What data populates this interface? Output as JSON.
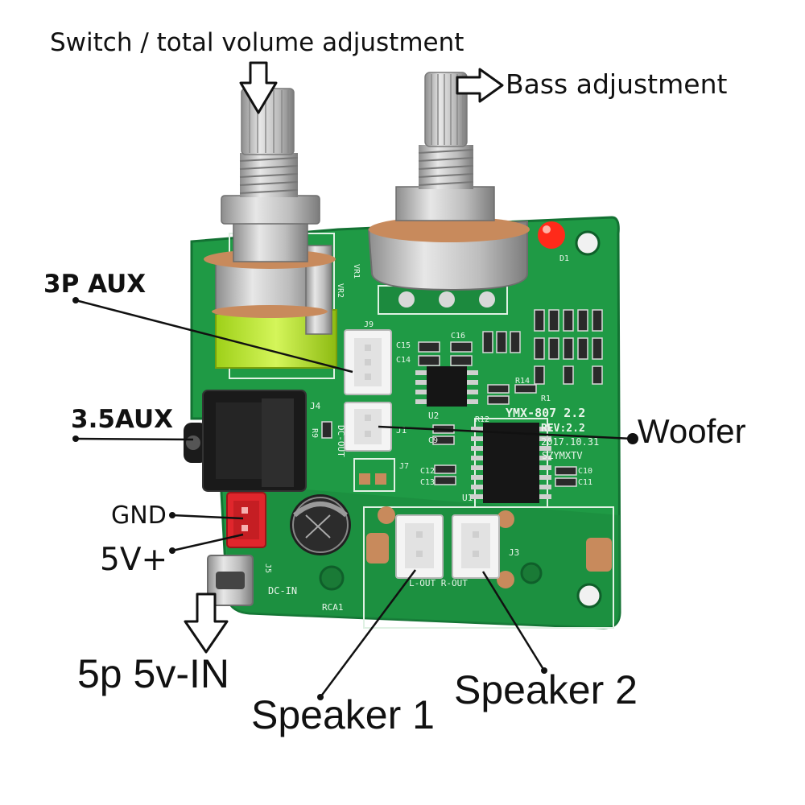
{
  "labels": {
    "switch_volume": "Switch / total volume adjustment",
    "bass": "Bass adjustment",
    "aux_3p": "3P AUX",
    "aux_35": "3.5AUX",
    "woofer": "Woofer",
    "gnd": "GND",
    "v5_plus": "5V+",
    "input_5p": "5p 5v-IN",
    "speaker1": "Speaker 1",
    "speaker2": "Speaker 2"
  },
  "board": {
    "model": "YMX-807 2.2",
    "revision": "REV:2.2",
    "date": "2017.10.31",
    "maker": "SZYMXTV",
    "dc_in": "DC-IN",
    "dc_out": "DC-OUT",
    "rca": "RCA1",
    "lr_out": "L-OUT R-OUT",
    "vr1": "VR1",
    "vr2": "VR2",
    "j1": "J1",
    "j3": "J3",
    "j4": "J4",
    "j5": "J5",
    "j7": "J7",
    "j9": "J9",
    "u1": "U1",
    "u2": "U2",
    "d1": "D1",
    "r9": "R9",
    "r1": "R1",
    "r14": "R14",
    "r12": "R12",
    "c10": "C10",
    "c16": "C16",
    "c15": "C15",
    "c14": "C14",
    "c9": "C9",
    "c12": "C12",
    "c13": "C13",
    "c11": "C11"
  },
  "colors": {
    "pcb": "#1f9a45",
    "pcb_dark": "#147a35",
    "silk": "#e8f5ea",
    "metal": "#c9c9c9",
    "yellow_green": "#b6e52a",
    "red_connector": "#e0262c",
    "led": "#ff2a1a",
    "copper": "#c88a5c",
    "text": "#111111"
  }
}
